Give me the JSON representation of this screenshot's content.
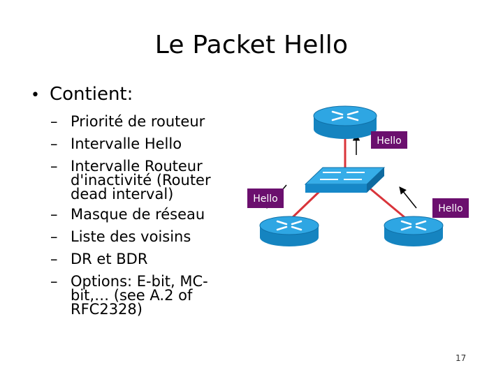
{
  "title": "Le Packet Hello",
  "bullet": "Contient:",
  "items": [
    "Priorité de routeur",
    "Intervalle Hello",
    "Intervalle Routeur d'inactivité (Router dead interval)",
    "Masque de réseau",
    "Liste des voisins",
    "DR et BDR",
    "Options: E-bit, MC-bit,… (see A.2 of RFC2328)"
  ],
  "labels": {
    "top": "Hello",
    "left": "Hello",
    "right": "Hello"
  },
  "colors": {
    "router": "#1e9ad6",
    "switch": "#2ba3e0",
    "link": "#d9343a",
    "label_bg": "#6b0f6e",
    "label_text": "#ffffff"
  },
  "icons": {
    "router": "router-icon",
    "switch": "switch-icon"
  },
  "page_number": "17"
}
